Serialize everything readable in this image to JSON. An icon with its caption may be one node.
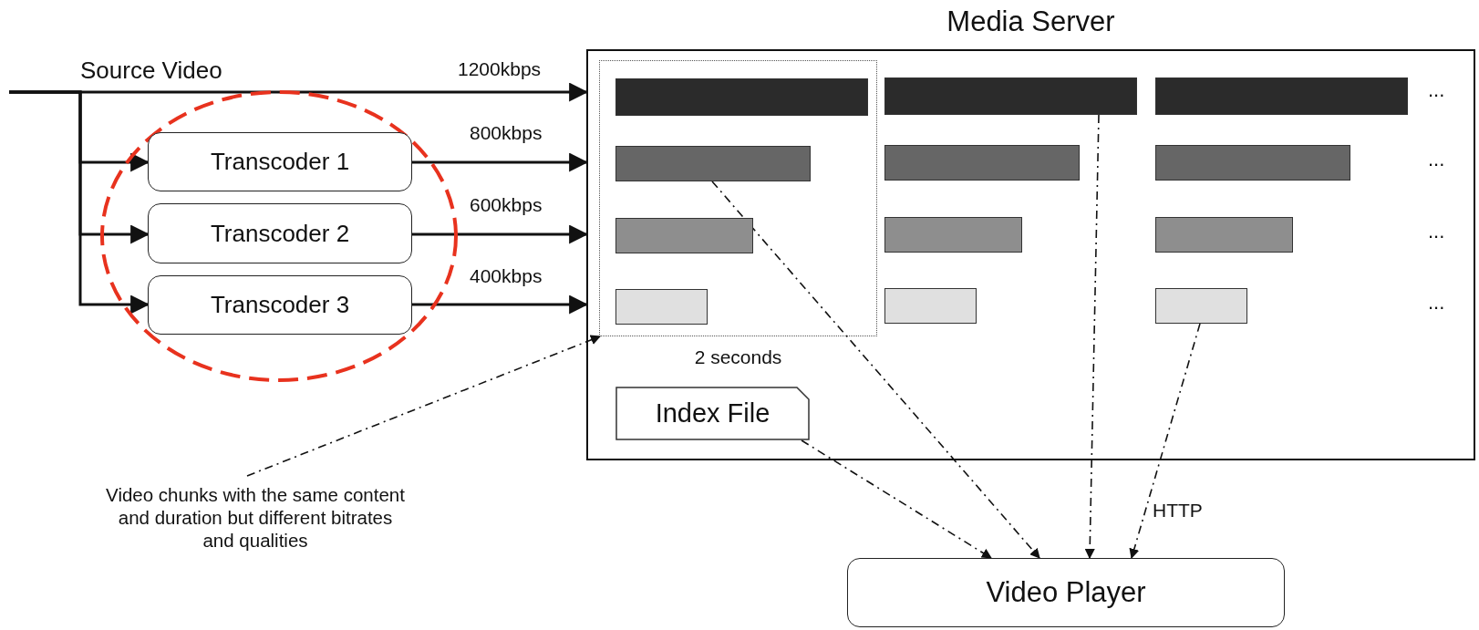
{
  "diagram": {
    "nodes": [
      {
        "text": [
          "Media Server"
        ]
      },
      {
        "text": [],
        "shape": "box",
        "in": 0,
        "beside": [
          "2 seconds"
        ]
      },
      {
        "text": [],
        "shape": "bar",
        "in": 1
      },
      {
        "text": [],
        "shape": "bar",
        "in": 0
      },
      {
        "text": [],
        "shape": "bar",
        "in": 0
      },
      {
        "text": [],
        "shape": "bar",
        "in": 1
      },
      {
        "text": [],
        "shape": "bar",
        "in": 0
      },
      {
        "text": [],
        "shape": "bar",
        "in": 0
      },
      {
        "text": [],
        "shape": "bar",
        "in": 1
      },
      {
        "text": [],
        "shape": "bar",
        "in": 0
      },
      {
        "text": [],
        "shape": "bar",
        "in": 0
      },
      {
        "text": [],
        "shape": "bar",
        "in": 1
      },
      {
        "text": [],
        "shape": "bar",
        "in": 0
      },
      {
        "text": [],
        "shape": "bar",
        "in": 0
      },
      {
        "text": [
          "Index File"
        ],
        "in": 0
      },
      {
        "text": [],
        "shape": "ellipse"
      },
      {
        "text": [
          "Transcoder 1"
        ],
        "in": 15
      },
      {
        "text": [
          "Transcoder 2"
        ],
        "in": 15
      },
      {
        "text": [
          "Transcoder 3"
        ],
        "in": 15
      },
      {
        "text": [
          "Video chunks with the same content and duration but different bitrates and qualities"
        ]
      },
      {
        "text": [
          "Video Player"
        ]
      }
    ],
    "edges": [
      {
        "from": null,
        "to": 0,
        "arrow": "to",
        "label": "1200kbps"
      },
      {
        "from": null,
        "to": 16,
        "arrow": "to"
      },
      {
        "from": null,
        "to": 17,
        "arrow": "to"
      },
      {
        "from": null,
        "to": 18,
        "arrow": "to"
      },
      {
        "from": 16,
        "to": 0,
        "arrow": "to",
        "label": "800kbps"
      },
      {
        "from": 17,
        "to": 0,
        "arrow": "to",
        "label": "600kbps"
      },
      {
        "from": 18,
        "to": 0,
        "arrow": "to",
        "label": "400kbps"
      },
      {
        "from": 19,
        "to": 1,
        "arrow": "to",
        "style": "dashed"
      },
      {
        "from": 5,
        "to": 20,
        "arrow": "to",
        "style": "dashed"
      },
      {
        "from": 14,
        "to": 20,
        "arrow": "to",
        "style": "dashed"
      },
      {
        "from": 3,
        "to": 20,
        "arrow": "to",
        "style": "dashed"
      },
      {
        "from": 13,
        "to": 20,
        "arrow": "to",
        "style": "dashed",
        "label": "HTTP"
      }
    ],
    "labels": [
      "Source Video",
      "...",
      "...",
      "...",
      "..."
    ]
  }
}
